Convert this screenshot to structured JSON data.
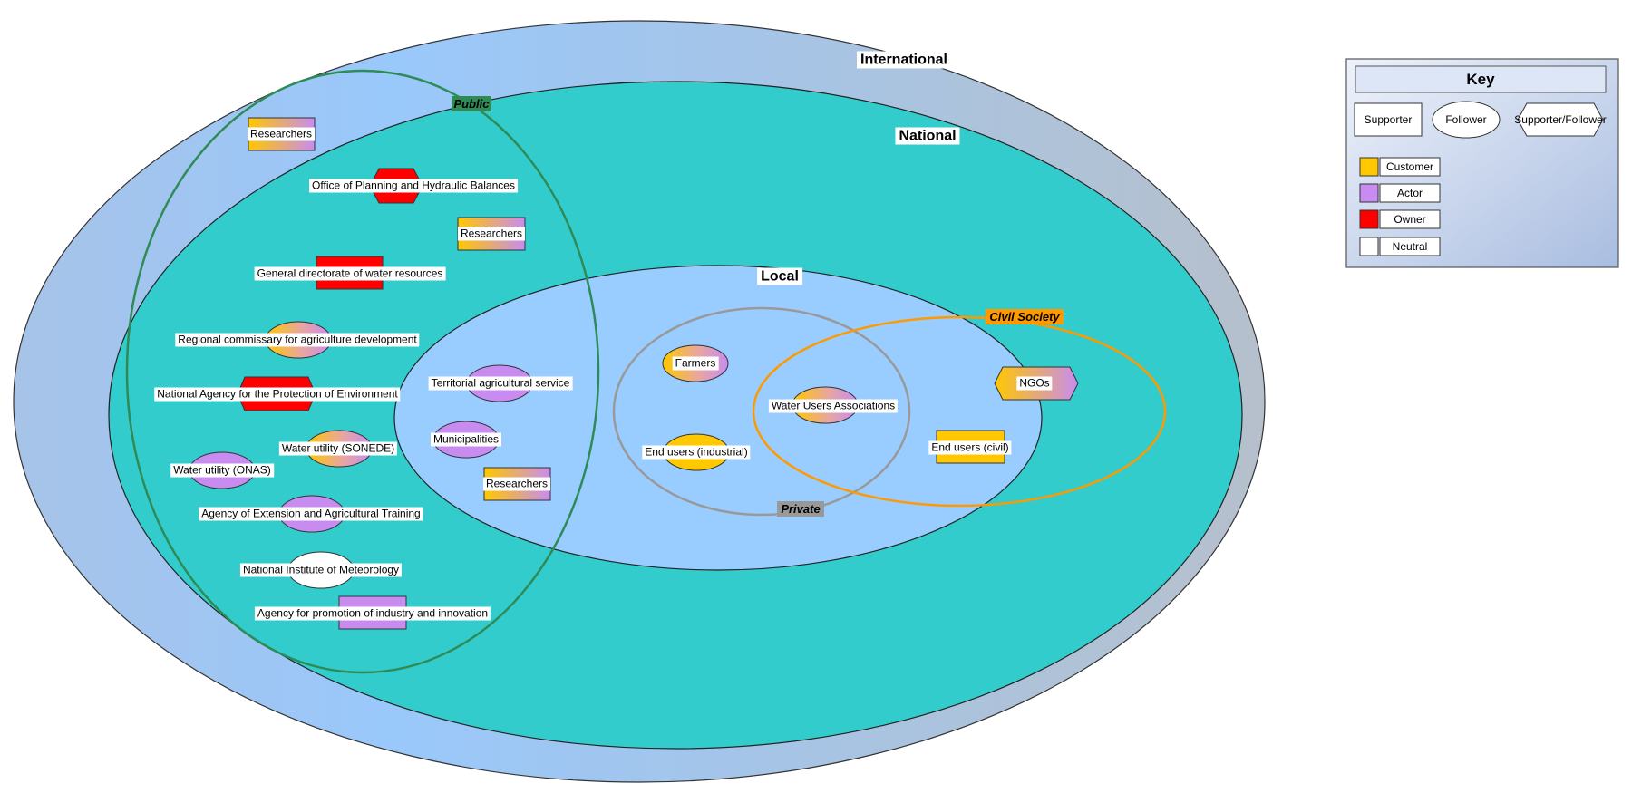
{
  "zones": {
    "international": "International",
    "national": "National",
    "local": "Local"
  },
  "groups": {
    "public": "Public",
    "private": "Private",
    "civil_society": "Civil Society"
  },
  "stakeholders": [
    {
      "label": "Researchers",
      "shape": "supporter",
      "colors": [
        "customer",
        "actor"
      ]
    },
    {
      "label": "Office of Planning and Hydraulic Balances",
      "shape": "supporter-follower",
      "colors": [
        "owner"
      ]
    },
    {
      "label": "Researchers",
      "shape": "supporter",
      "colors": [
        "customer",
        "actor"
      ]
    },
    {
      "label": "General directorate of water resources",
      "shape": "supporter",
      "colors": [
        "owner"
      ]
    },
    {
      "label": "Regional commissary for agriculture development",
      "shape": "follower",
      "colors": [
        "customer",
        "actor"
      ]
    },
    {
      "label": "National Agency for the Protection of Environment",
      "shape": "supporter-follower",
      "colors": [
        "owner"
      ]
    },
    {
      "label": "Territorial agricultural service",
      "shape": "follower",
      "colors": [
        "actor"
      ]
    },
    {
      "label": "Municipalities",
      "shape": "follower",
      "colors": [
        "actor"
      ]
    },
    {
      "label": "Water utility (SONEDE)",
      "shape": "follower",
      "colors": [
        "customer",
        "actor"
      ]
    },
    {
      "label": "Water utility (ONAS)",
      "shape": "follower",
      "colors": [
        "actor"
      ]
    },
    {
      "label": "Researchers",
      "shape": "supporter",
      "colors": [
        "customer",
        "actor"
      ]
    },
    {
      "label": "Agency of Extension and Agricultural Training",
      "shape": "follower",
      "colors": [
        "actor"
      ]
    },
    {
      "label": "National Institute of Meteorology",
      "shape": "follower",
      "colors": [
        "neutral"
      ]
    },
    {
      "label": "Agency for promotion of industry and innovation",
      "shape": "supporter",
      "colors": [
        "actor"
      ]
    },
    {
      "label": "Farmers",
      "shape": "follower",
      "colors": [
        "customer",
        "actor"
      ]
    },
    {
      "label": "End users (industrial)",
      "shape": "follower",
      "colors": [
        "customer"
      ]
    },
    {
      "label": "Water Users Associations",
      "shape": "follower",
      "colors": [
        "customer",
        "actor"
      ]
    },
    {
      "label": "NGOs",
      "shape": "supporter-follower",
      "colors": [
        "customer",
        "actor"
      ]
    },
    {
      "label": "End users (civil)",
      "shape": "supporter",
      "colors": [
        "customer"
      ]
    }
  ],
  "key": {
    "title": "Key",
    "shapes": {
      "supporter": "Supporter",
      "follower": "Follower",
      "supporter_follower": "Supporter/Follower"
    },
    "roles": [
      {
        "id": "customer",
        "label": "Customer",
        "color": "#ffc800"
      },
      {
        "id": "actor",
        "label": "Actor",
        "color": "#c88cf0"
      },
      {
        "id": "owner",
        "label": "Owner",
        "color": "#ff0000"
      },
      {
        "id": "neutral",
        "label": "Neutral",
        "color": "#ffffff"
      }
    ]
  },
  "colors": {
    "international": "#9ec8f8",
    "national": "#33cccc",
    "local": "#99ccff",
    "public_ring": "#2e8b57",
    "private_ring": "#999999",
    "civil_ring": "#ff9900"
  }
}
